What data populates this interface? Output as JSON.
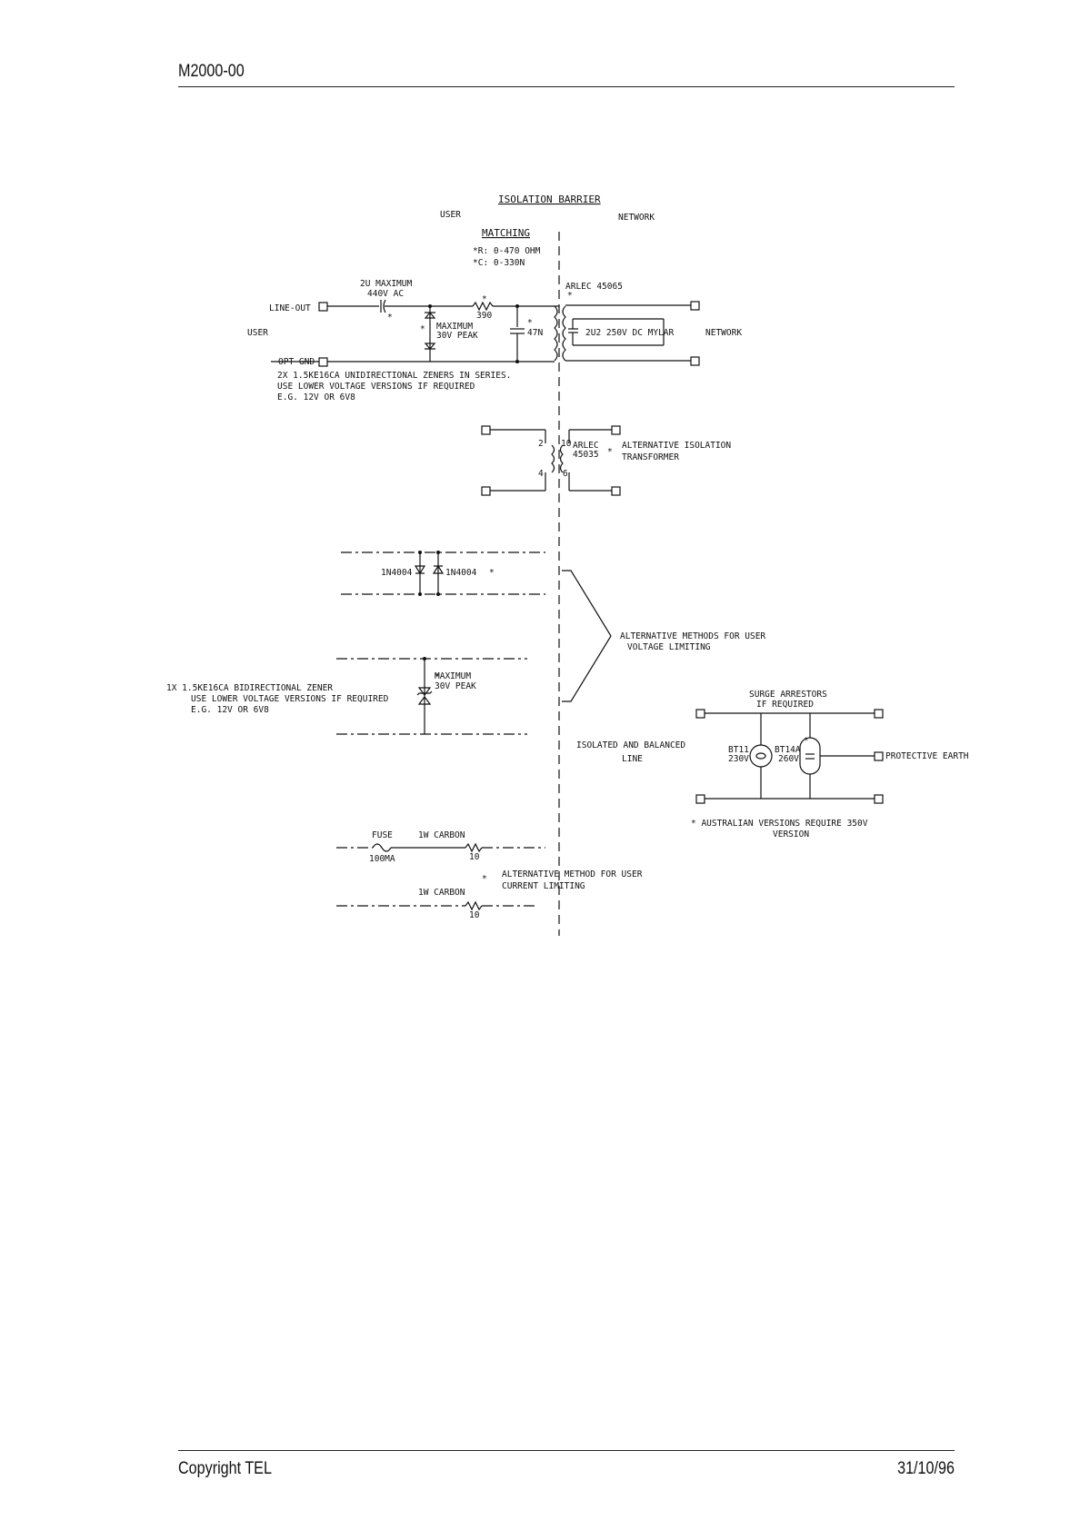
{
  "header": {
    "doc_id": "M2000-00"
  },
  "footer": {
    "copyright": "Copyright TEL",
    "date": "31/10/96"
  },
  "diagram": {
    "barrier_title": "ISOLATION BARRIER",
    "user_top": "USER",
    "network_top": "NETWORK",
    "matching_title": "MATCHING",
    "matching_r": "*R: 0-470 OHM",
    "matching_c": "*C: 0-330N",
    "cap_max_1": "2U MAXIMUM",
    "cap_max_2": "440V AC",
    "line_out": "LINE-OUT",
    "opt_gnd": "OPT-GND",
    "user_left": "USER",
    "network_right": "NETWORK",
    "resistor_val": "390",
    "zener_max_1": "MAXIMUM",
    "zener_max_2": "30V PEAK",
    "cap_47n": "47N",
    "arlec_45065": "ARLEC 45065",
    "mylar_cap": "2U2 250V DC MYLAR",
    "zener_note_1": "2X 1.5KE16CA UNIDIRECTIONAL ZENERS IN SERIES.",
    "zener_note_2": "USE LOWER VOLTAGE VERSIONS IF REQUIRED",
    "zener_note_3": "E.G. 12V OR 6V8",
    "pin_2": "2",
    "pin_4": "4",
    "pin_10": "10",
    "pin_6": "6",
    "arlec_45035_1": "ARLEC",
    "arlec_45035_2": "45035",
    "alt_transformer_1": "ALTERNATIVE ISOLATION",
    "alt_transformer_2": "TRANSFORMER",
    "diode_left": "1N4004",
    "diode_right": "1N4004",
    "alt_methods_1": "ALTERNATIVE METHODS FOR USER",
    "alt_methods_2": "VOLTAGE LIMITING",
    "bidir_1": "1X 1.5KE16CA BIDIRECTIONAL ZENER",
    "bidir_2": "USE LOWER VOLTAGE VERSIONS IF REQUIRED",
    "bidir_3": "E.G. 12V OR 6V8",
    "bidir_max_1": "MAXIMUM",
    "bidir_max_2": "30V PEAK",
    "surge_1": "SURGE ARRESTORS",
    "surge_2": "IF REQUIRED",
    "isolated_1": "ISOLATED AND BALANCED",
    "isolated_2": "LINE",
    "bt11_1": "BT11",
    "bt11_2": "230V",
    "bt14a_1": "BT14A",
    "bt14a_2": "260V",
    "protective_earth": "PROTECTIVE EARTH",
    "aus_note_1": "* AUSTRALIAN VERSIONS REQUIRE 350V",
    "aus_note_2": "VERSION",
    "fuse": "FUSE",
    "fuse_val": "100MA",
    "carbon_1": "1W CARBON",
    "carbon_val_1": "10",
    "alt_current_1": "ALTERNATIVE METHOD FOR USER",
    "alt_current_2": "CURRENT LIMITING",
    "carbon_2": "1W CARBON",
    "carbon_val_2": "10",
    "star": "*"
  }
}
